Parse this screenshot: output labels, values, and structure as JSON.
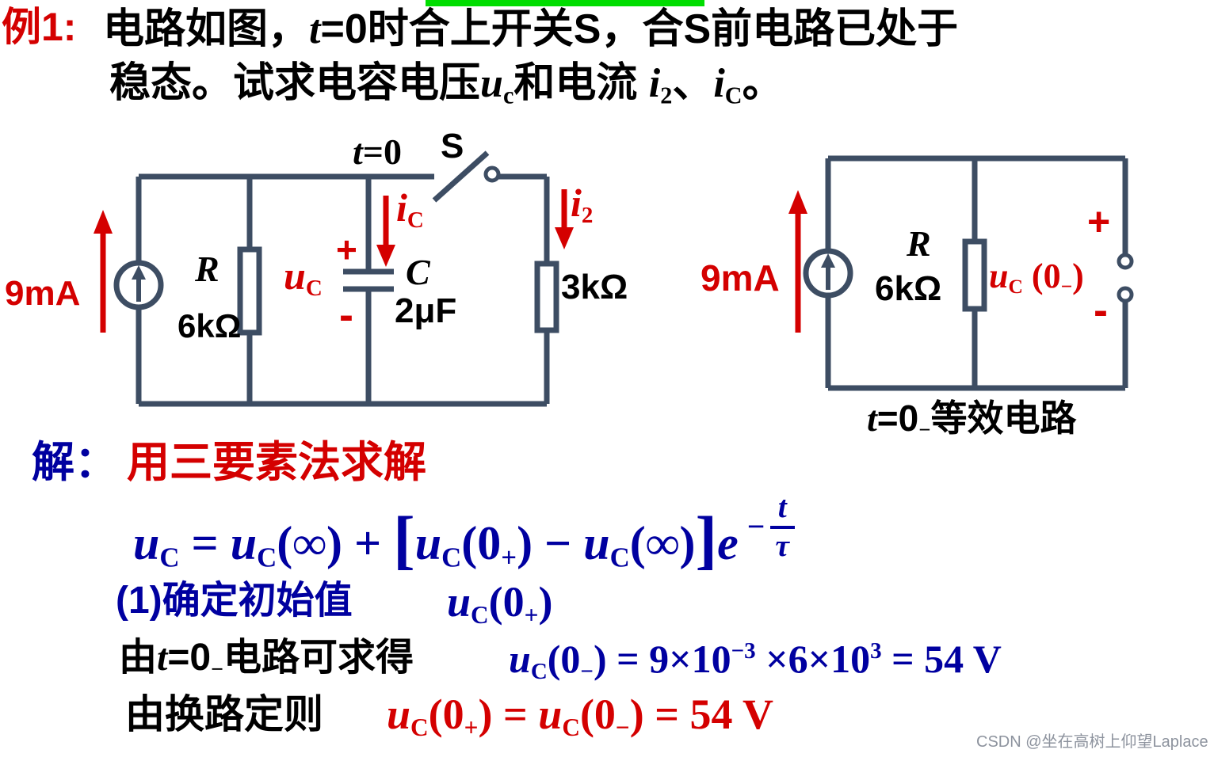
{
  "colors": {
    "red": "#d40000",
    "blue": "#0000a0",
    "black": "#000000",
    "wire": "#3d4d63",
    "green": "#00dd00",
    "watermark": "#8d939e"
  },
  "header": {
    "example_label": "例1:",
    "line1": [
      {
        "t": "txt",
        "v": "电路如图，"
      },
      {
        "t": "var",
        "v": "t"
      },
      {
        "t": "txt",
        "v": "=0时合上开关S，合S前电路已处于"
      }
    ],
    "line2": [
      {
        "t": "txt",
        "v": "稳态。试求电容电压"
      },
      {
        "t": "var",
        "v": "u"
      },
      {
        "t": "sub",
        "v": "c"
      },
      {
        "t": "txt",
        "v": "和电流 "
      },
      {
        "t": "var",
        "v": "i"
      },
      {
        "t": "sub",
        "v": "2"
      },
      {
        "t": "txt",
        "v": "、"
      },
      {
        "t": "var",
        "v": "i"
      },
      {
        "t": "sub",
        "v": "C"
      },
      {
        "t": "txt",
        "v": "。"
      }
    ]
  },
  "circuit_main": {
    "switch_time": [
      {
        "t": "var",
        "v": "t"
      },
      {
        "t": "txt",
        "v": "=0"
      }
    ],
    "switch_label": "S",
    "source_current": "9mA",
    "resistor_r_name": "R",
    "resistor_r_value": "6kΩ",
    "uc_label": [
      {
        "t": "var",
        "v": "u"
      },
      {
        "t": "sub",
        "v": "C"
      }
    ],
    "plus": "+",
    "minus": "-",
    "cap_name": "C",
    "cap_value": "2μF",
    "ic_label": [
      {
        "t": "var",
        "v": "i"
      },
      {
        "t": "sub",
        "v": "C"
      }
    ],
    "i2_label": [
      {
        "t": "var",
        "v": "i"
      },
      {
        "t": "sub",
        "v": "2"
      }
    ],
    "resistor_load_value": "3kΩ"
  },
  "circuit_equiv": {
    "source_current": "9mA",
    "resistor_name": "R",
    "resistor_value": "6kΩ",
    "uc0_label": [
      {
        "t": "var",
        "v": "u"
      },
      {
        "t": "sub",
        "v": "C"
      },
      {
        "t": "txt",
        "v": " (0"
      },
      {
        "t": "sub",
        "v": "−"
      },
      {
        "t": "txt",
        "v": ")"
      }
    ],
    "plus": "+",
    "minus": "-",
    "caption": [
      {
        "t": "var",
        "v": "t"
      },
      {
        "t": "txt",
        "v": "=0"
      },
      {
        "t": "sub",
        "v": "−"
      },
      {
        "t": "txt",
        "v": "等效电路"
      }
    ]
  },
  "solution": {
    "solve_label": "解：",
    "method": "用三要素法求解",
    "formula": [
      {
        "t": "var",
        "v": "u"
      },
      {
        "t": "sub",
        "v": "C"
      },
      {
        "t": "txt",
        "v": " = "
      },
      {
        "t": "var",
        "v": "u"
      },
      {
        "t": "sub",
        "v": "C"
      },
      {
        "t": "txt",
        "v": "(∞) + "
      },
      {
        "t": "big",
        "v": "["
      },
      {
        "t": "var",
        "v": "u"
      },
      {
        "t": "sub",
        "v": "C"
      },
      {
        "t": "txt",
        "v": "(0"
      },
      {
        "t": "sub",
        "v": "+"
      },
      {
        "t": "txt",
        "v": ") − "
      },
      {
        "t": "var",
        "v": "u"
      },
      {
        "t": "sub",
        "v": "C"
      },
      {
        "t": "txt",
        "v": "(∞)"
      },
      {
        "t": "big",
        "v": "]"
      },
      {
        "t": "var",
        "v": "e"
      },
      {
        "t": "expfrac",
        "pre": "−",
        "n": "t",
        "d": "τ"
      }
    ],
    "step1_label": "(1)确定初始值",
    "step1_math": [
      {
        "t": "var",
        "v": "u"
      },
      {
        "t": "sub",
        "v": "C"
      },
      {
        "t": "txt",
        "v": "(0"
      },
      {
        "t": "sub",
        "v": "+"
      },
      {
        "t": "txt",
        "v": ")"
      }
    ],
    "step2_label": [
      {
        "t": "txt",
        "v": "由"
      },
      {
        "t": "var",
        "v": "t"
      },
      {
        "t": "txt",
        "v": "=0"
      },
      {
        "t": "sub",
        "v": "−"
      },
      {
        "t": "txt",
        "v": "电路可求得"
      }
    ],
    "step2_math": [
      {
        "t": "var",
        "v": "u"
      },
      {
        "t": "sub",
        "v": "C"
      },
      {
        "t": "txt",
        "v": "(0"
      },
      {
        "t": "sub",
        "v": "−"
      },
      {
        "t": "txt",
        "v": ") = 9×10"
      },
      {
        "t": "sup",
        "v": "−3"
      },
      {
        "t": "txt",
        "v": " ×6×10"
      },
      {
        "t": "sup",
        "v": "3"
      },
      {
        "t": "txt",
        "v": " = 54 V"
      }
    ],
    "step3_label": "由换路定则",
    "step3_math": [
      {
        "t": "var",
        "v": "u"
      },
      {
        "t": "sub",
        "v": "C"
      },
      {
        "t": "txt",
        "v": "(0"
      },
      {
        "t": "sub",
        "v": "+"
      },
      {
        "t": "txt",
        "v": ") = "
      },
      {
        "t": "var",
        "v": "u"
      },
      {
        "t": "sub",
        "v": "C"
      },
      {
        "t": "txt",
        "v": "(0"
      },
      {
        "t": "sub",
        "v": "−"
      },
      {
        "t": "txt",
        "v": ") = 54 V"
      }
    ]
  },
  "watermark": "CSDN @坐在高树上仰望Laplace"
}
